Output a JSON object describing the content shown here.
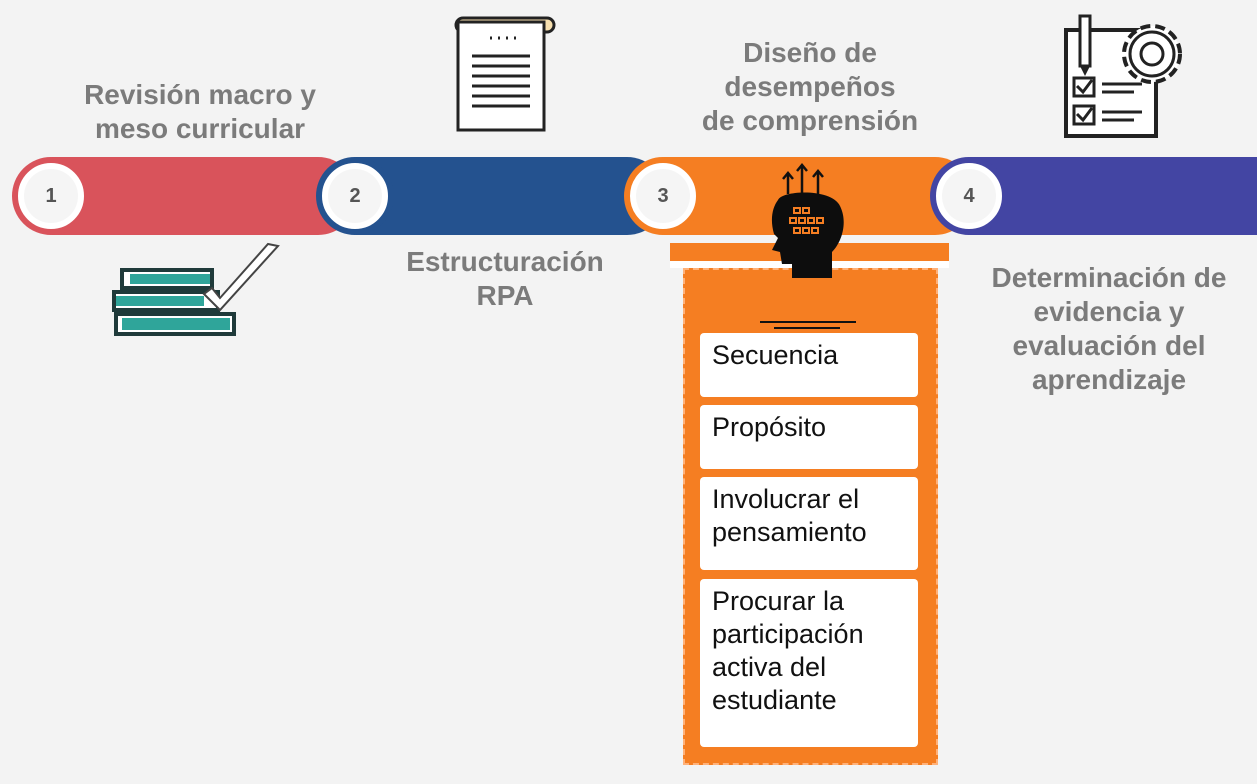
{
  "colors": {
    "step1": "#d9535b",
    "step2": "#24528f",
    "step3": "#f57e22",
    "step4": "#4345a3"
  },
  "steps": [
    {
      "number": "1",
      "label_lines": [
        "Revisión macro y",
        "meso curricular"
      ],
      "icon": "books-check-icon"
    },
    {
      "number": "2",
      "label_lines": [
        "Estructuración",
        "RPA"
      ],
      "icon": "document-scroll-icon"
    },
    {
      "number": "3",
      "label_lines": [
        "Diseño de",
        "desempeños",
        "de comprensión"
      ],
      "icon": "head-brain-icon"
    },
    {
      "number": "4",
      "label_lines": [
        "Determinación de",
        "evidencia y",
        "evaluación del",
        "aprendizaje"
      ],
      "icon": "checklist-gear-icon"
    }
  ],
  "understanding_elements": [
    {
      "lines": [
        "Secuencia"
      ]
    },
    {
      "lines": [
        "Propósito"
      ]
    },
    {
      "lines": [
        "Involucrar el",
        "pensamiento"
      ]
    },
    {
      "lines": [
        "Procurar la",
        "participación",
        "activa del",
        "estudiante"
      ]
    }
  ]
}
